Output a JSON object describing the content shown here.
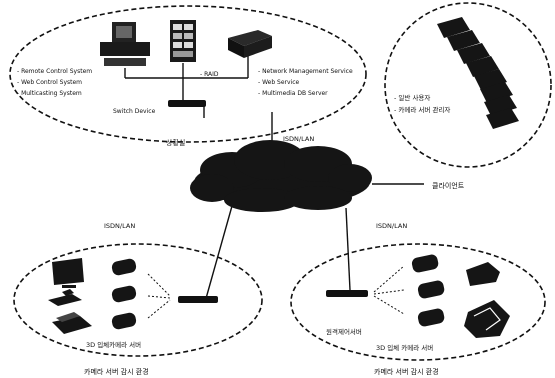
{
  "control_room": {
    "services_left": [
      "- Remote Control System",
      "- Web Control System",
      "- Multicasting System"
    ],
    "raid_label": "- RAID",
    "services_right": [
      "- Network Management Service",
      "- Web Service",
      "- Multimedia DB Server"
    ],
    "switch_label": "Switch Device",
    "caption": "상황실"
  },
  "client": {
    "items": [
      "- 일반 사용자",
      "- 카메라 서버 관리자"
    ],
    "caption": "클라이언트"
  },
  "network": {
    "top_label": "ISDN/LAN",
    "left_label": "ISDN/LAN",
    "right_label": "ISDN/LAN"
  },
  "env_left": {
    "server_label": "3D 입체카메라 서버",
    "caption": "카메라 서버 감시 환경"
  },
  "env_right": {
    "remote_label": "원격제어서버",
    "server_label": "3D 입체 카메라 서버",
    "caption": "카메라 서버 감시 환경"
  },
  "colors": {
    "ink": "#111111",
    "background": "#ffffff"
  }
}
